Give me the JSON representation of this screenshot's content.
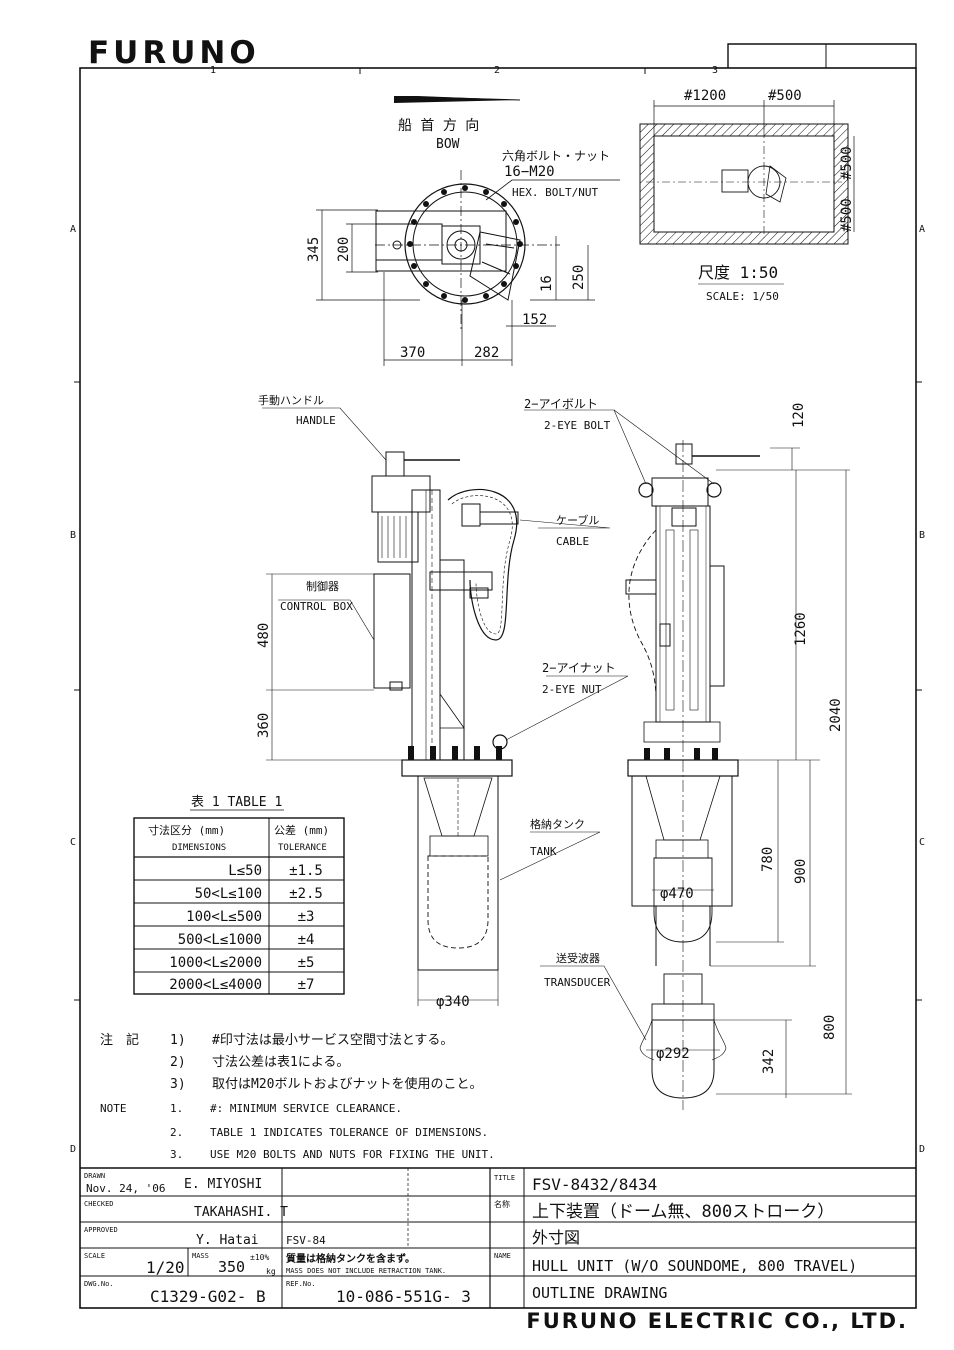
{
  "brand": {
    "logo_text": "FURUNO",
    "company": "FURUNO ELECTRIC CO., LTD."
  },
  "frame": {
    "col_labels": [
      "1",
      "2",
      "3"
    ],
    "row_labels": [
      "A",
      "B",
      "C",
      "D"
    ]
  },
  "top_view": {
    "bow_jp": "船 首 方 向",
    "bow_en": "BOW",
    "bolt_jp": "六角ボルト・ナット",
    "bolt_spec": "16−M20",
    "bolt_en": "HEX. BOLT/NUT",
    "dims": {
      "d345": "345",
      "d200": "200",
      "d16": "16",
      "d250": "250",
      "d152": "152",
      "d370": "370",
      "d282": "282"
    }
  },
  "clearance_view": {
    "d1200": "#1200",
    "d500a": "#500",
    "d500b": "#500",
    "d500c": "#500",
    "scale_jp": "尺度 1:50",
    "scale_en": "SCALE: 1/50"
  },
  "side_view": {
    "handle_jp": "手動ハンドル",
    "handle_en": "HANDLE",
    "control_jp": "制御器",
    "control_en": "CONTROL BOX",
    "d480": "480",
    "d360": "360",
    "d340": "φ340"
  },
  "front_view": {
    "eyebolt_jp": "2−アイボルト",
    "eyebolt_en": "2-EYE BOLT",
    "cable_jp": "ケーブル",
    "cable_en": "CABLE",
    "eyenut_jp": "2−アイナット",
    "eyenut_en": "2-EYE NUT",
    "tank_jp": "格納タンク",
    "tank_en": "TANK",
    "transducer_jp": "送受波器",
    "transducer_en": "TRANSDUCER",
    "d120": "120",
    "d1260": "1260",
    "d2040": "2040",
    "d780": "780",
    "d900": "900",
    "d470": "φ470",
    "d800": "800",
    "d292": "φ292",
    "d342": "342"
  },
  "table1": {
    "title": "表 1 TABLE 1",
    "col1_jp": "寸法区分 (mm)",
    "col1_en": "DIMENSIONS",
    "col2_jp": "公差 (mm)",
    "col2_en": "TOLERANCE",
    "rows": [
      {
        "dim": "L≤50",
        "tol": "±1.5"
      },
      {
        "dim": "50<L≤100",
        "tol": "±2.5"
      },
      {
        "dim": "100<L≤500",
        "tol": "±3"
      },
      {
        "dim": "500<L≤1000",
        "tol": "±4"
      },
      {
        "dim": "1000<L≤2000",
        "tol": "±5"
      },
      {
        "dim": "2000<L≤4000",
        "tol": "±7"
      }
    ]
  },
  "notes": {
    "jp_label": "注　記",
    "jp": [
      {
        "n": "1)",
        "t": "#印寸法は最小サービス空間寸法とする。"
      },
      {
        "n": "2)",
        "t": "寸法公差は表1による。"
      },
      {
        "n": "3)",
        "t": "取付はM20ボルトおよびナットを使用のこと。"
      }
    ],
    "en_label": "NOTE",
    "en": [
      {
        "n": "1.",
        "t": "#: MINIMUM SERVICE CLEARANCE."
      },
      {
        "n": "2.",
        "t": "TABLE 1 INDICATES TOLERANCE OF DIMENSIONS."
      },
      {
        "n": "3.",
        "t": "USE M20 BOLTS AND NUTS FOR FIXING THE UNIT."
      }
    ]
  },
  "title_block": {
    "drawn_label": "DRAWN",
    "drawn_date": "Nov. 24, '06",
    "drawn_by": "E. MIYOSHI",
    "checked_label": "CHECKED",
    "checked_by": "TAKAHASHI. T",
    "approved_label": "APPROVED",
    "approved_by": "Y. Hatai",
    "model_ref": "FSV-84",
    "scale_label": "SCALE",
    "scale": "1/20",
    "mass_label": "MASS",
    "mass": "350",
    "mass_tol": "±10%",
    "mass_unit": "kg",
    "mass_note_jp": "質量は格納タンクを含まず。",
    "mass_note_en": "MASS DOES NOT INCLUDE RETRACTION TANK.",
    "dwg_label": "DWG.No.",
    "dwg_no": "C1329-G02- B",
    "ref_label": "REF.No.",
    "ref_no": "10-086-551G- 3",
    "title_label": "TITLE",
    "title": "FSV-8432/8434",
    "name_jp_label": "名称",
    "name_jp": "上下装置（ドーム無、800ストローク）",
    "name_jp2": "外寸図",
    "name_label": "NAME",
    "name_en": "HULL UNIT (W/O SOUNDOME, 800 TRAVEL)",
    "name_en2": "OUTLINE DRAWING"
  }
}
